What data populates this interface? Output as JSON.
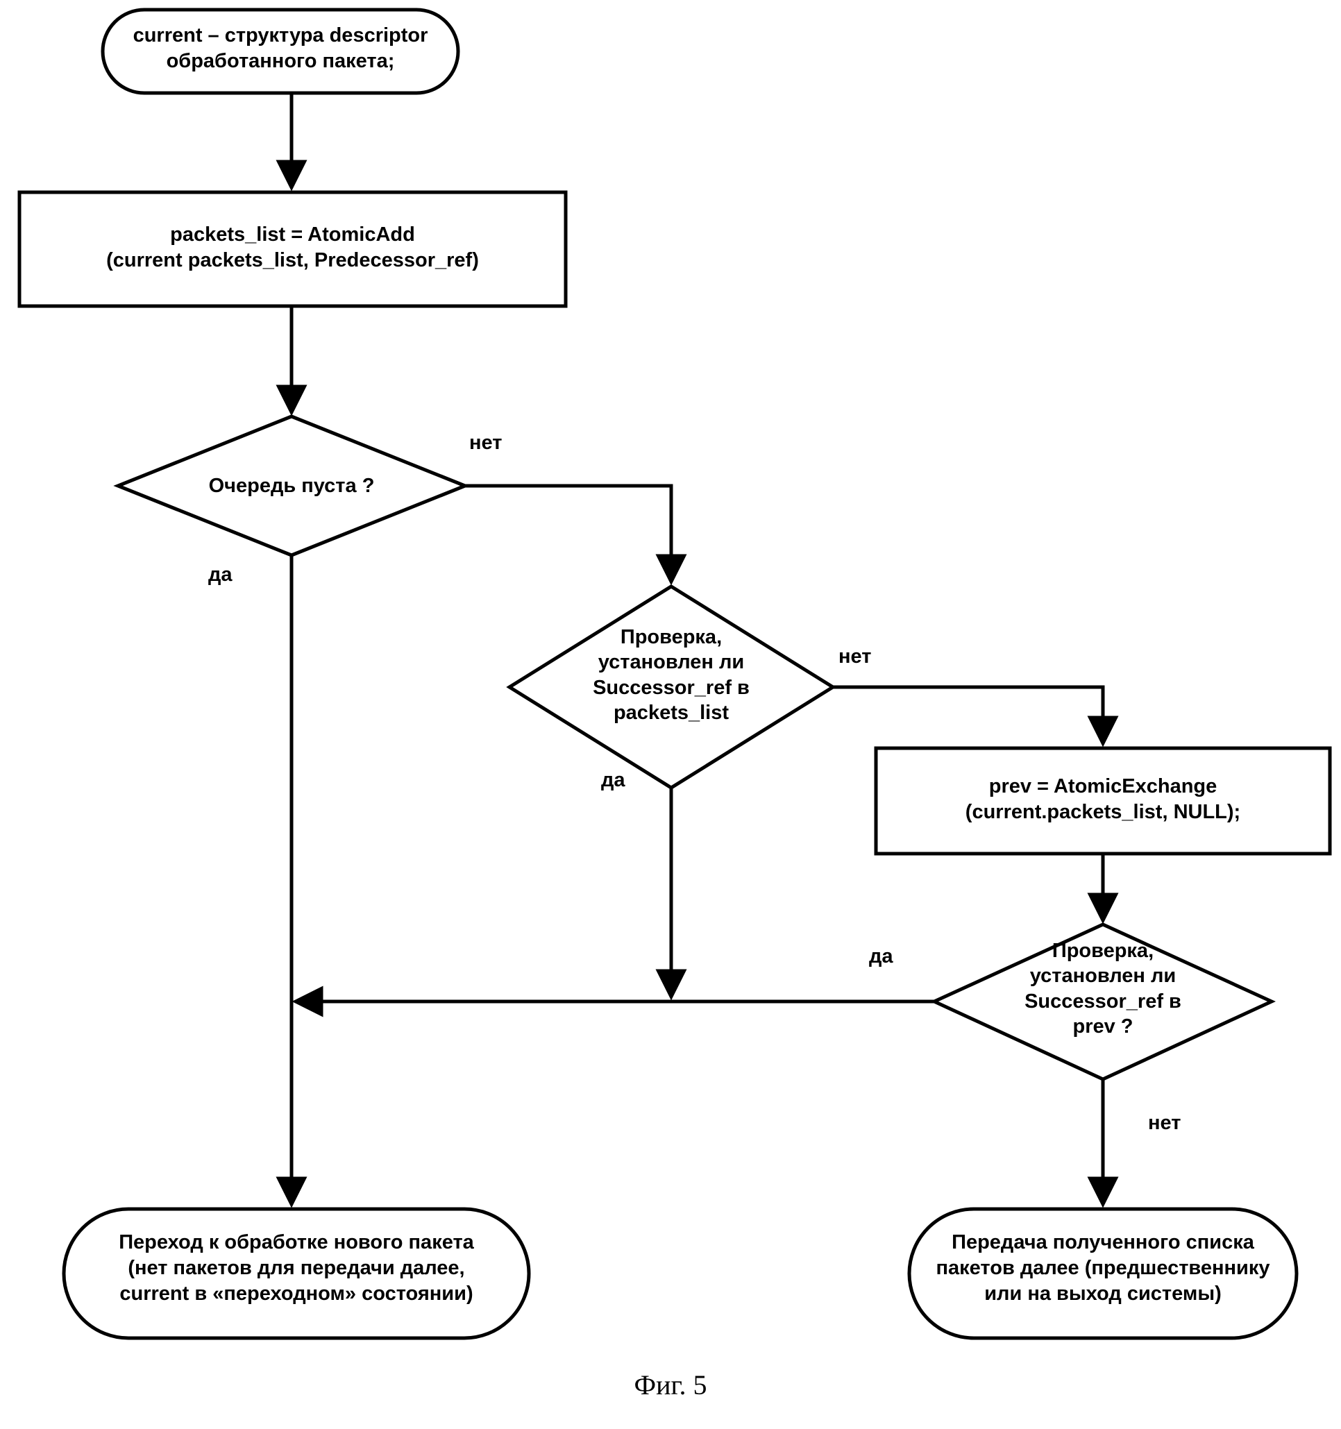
{
  "figure": {
    "caption": "Фиг. 5"
  },
  "nodes": {
    "start": {
      "id": "start",
      "shape": "terminator",
      "text": "current – структура descriptor\nобработанного пакета;"
    },
    "process_atomic_add": {
      "id": "process_atomic_add",
      "shape": "process",
      "text": "packets_list = AtomicAdd\n(current packets_list, Predecessor_ref)"
    },
    "decision_queue_empty": {
      "id": "decision_queue_empty",
      "shape": "decision",
      "text": "Очередь пуста ?"
    },
    "decision_successor_in_packets_list": {
      "id": "decision_successor_in_packets_list",
      "shape": "decision",
      "text": "Проверка,\nустановлен ли\nSuccessor_ref в\npackets_list"
    },
    "process_atomic_exchange": {
      "id": "process_atomic_exchange",
      "shape": "process",
      "text": "prev = AtomicExchange\n(current.packets_list, NULL);"
    },
    "decision_successor_in_prev": {
      "id": "decision_successor_in_prev",
      "shape": "decision",
      "text": "Проверка,\nустановлен ли\nSuccessor_ref в\nprev ?"
    },
    "end_new_packet": {
      "id": "end_new_packet",
      "shape": "terminator",
      "text": "Переход к обработке нового пакета\n(нет пакетов для передачи далее,\ncurrent в «переходном» состоянии)"
    },
    "end_transfer_list": {
      "id": "end_transfer_list",
      "shape": "terminator",
      "text": "Передача полученного списка\nпакетов далее (предшественнику\nили на выход системы)"
    }
  },
  "edge_labels": {
    "queue_empty_no": "нет",
    "queue_empty_yes": "да",
    "successor_packets_list_no": "нет",
    "successor_packets_list_yes": "да",
    "successor_prev_yes": "да",
    "successor_prev_no": "нет"
  },
  "style": {
    "stroke": "#000000",
    "fill": "#ffffff",
    "background": "#ffffff"
  },
  "chart_data": {
    "type": "diagram",
    "title": "Фиг. 5",
    "nodes": [
      {
        "id": "start",
        "shape": "terminator",
        "label": "current – структура descriptor обработанного пакета;"
      },
      {
        "id": "process_atomic_add",
        "shape": "process",
        "label": "packets_list = AtomicAdd (current packets_list, Predecessor_ref)"
      },
      {
        "id": "decision_queue_empty",
        "shape": "decision",
        "label": "Очередь пуста ?"
      },
      {
        "id": "decision_successor_in_packets_list",
        "shape": "decision",
        "label": "Проверка, установлен ли Successor_ref в packets_list"
      },
      {
        "id": "process_atomic_exchange",
        "shape": "process",
        "label": "prev = AtomicExchange (current.packets_list, NULL);"
      },
      {
        "id": "decision_successor_in_prev",
        "shape": "decision",
        "label": "Проверка, установлен ли Successor_ref в prev ?"
      },
      {
        "id": "end_new_packet",
        "shape": "terminator",
        "label": "Переход к обработке нового пакета (нет пакетов для передачи далее, current в «переходном» состоянии)"
      },
      {
        "id": "end_transfer_list",
        "shape": "terminator",
        "label": "Передача полученного списка пакетов далее (предшественнику или на выход системы)"
      }
    ],
    "edges": [
      {
        "from": "start",
        "to": "process_atomic_add",
        "label": ""
      },
      {
        "from": "process_atomic_add",
        "to": "decision_queue_empty",
        "label": ""
      },
      {
        "from": "decision_queue_empty",
        "to": "end_new_packet",
        "label": "да"
      },
      {
        "from": "decision_queue_empty",
        "to": "decision_successor_in_packets_list",
        "label": "нет"
      },
      {
        "from": "decision_successor_in_packets_list",
        "to": "end_new_packet",
        "label": "да"
      },
      {
        "from": "decision_successor_in_packets_list",
        "to": "process_atomic_exchange",
        "label": "нет"
      },
      {
        "from": "process_atomic_exchange",
        "to": "decision_successor_in_prev",
        "label": ""
      },
      {
        "from": "decision_successor_in_prev",
        "to": "end_new_packet",
        "label": "да"
      },
      {
        "from": "decision_successor_in_prev",
        "to": "end_transfer_list",
        "label": "нет"
      }
    ]
  }
}
